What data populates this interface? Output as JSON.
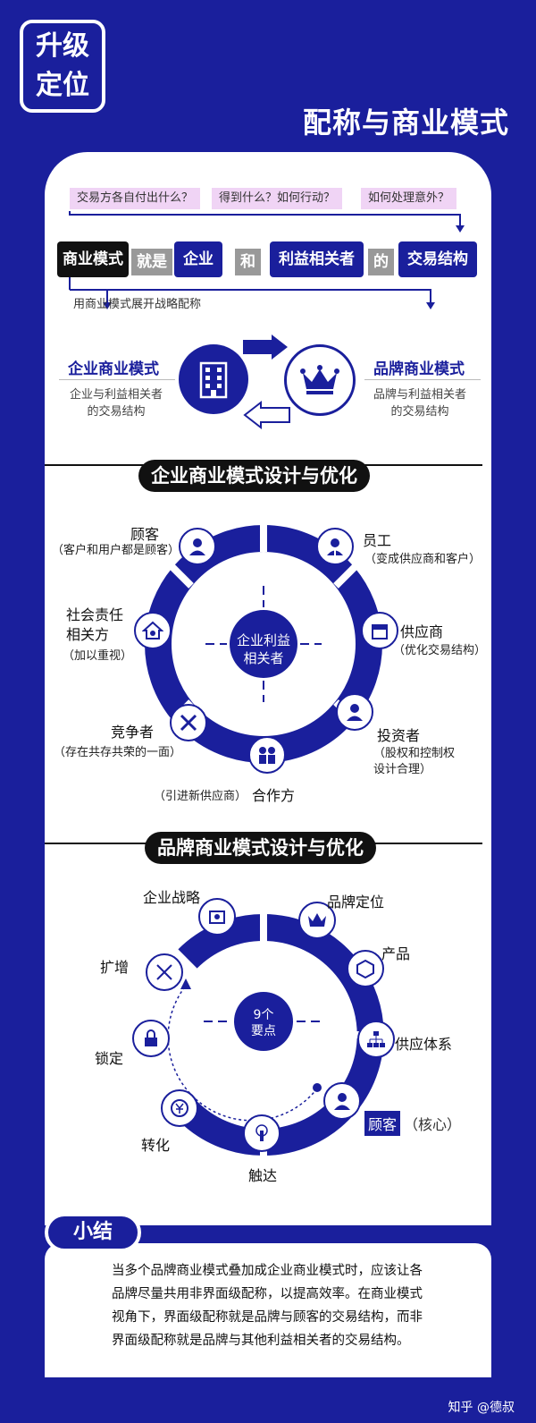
{
  "badge": {
    "line1": "升级",
    "line2": "定位"
  },
  "page_title": "配称与商业模式",
  "questions": [
    "交易方各自付出什么？",
    "得到什么？如何行动？",
    "如何处理意外？"
  ],
  "definition": {
    "w1": "商业模式",
    "w2": "就是",
    "w3": "企业",
    "w4": "和",
    "w5": "利益相关者",
    "w6": "的",
    "w7": "交易结构"
  },
  "strategy_note": "用商业模式展开战略配称",
  "enterprise_model": {
    "title": "企业商业模式",
    "desc1": "企业与利益相关者",
    "desc2": "的交易结构"
  },
  "brand_model": {
    "title": "品牌商业模式",
    "desc1": "品牌与利益相关者",
    "desc2": "的交易结构"
  },
  "section1": {
    "title": "企业商业模式设计与优化",
    "center1": "企业利益",
    "center2": "相关者",
    "items": {
      "customer": {
        "label": "顾客",
        "note": "（客户和用户都是顾客）"
      },
      "employee": {
        "label": "员工",
        "note": "（变成供应商和客户）"
      },
      "social": {
        "label1": "社会责任",
        "label2": "相关方",
        "note": "（加以重视）"
      },
      "supplier": {
        "label": "供应商",
        "note": "（优化交易结构）"
      },
      "competitor": {
        "label": "竞争者",
        "note": "（存在共存共荣的一面）"
      },
      "investor": {
        "label": "投资者",
        "note1": "（股权和控制权",
        "note2": "设计合理）"
      },
      "partner": {
        "label": "合作方",
        "note": "（引进新供应商）"
      }
    }
  },
  "section2": {
    "title": "品牌商业模式设计与优化",
    "center1": "9个",
    "center2": "要点",
    "items": {
      "strategy": "企业战略",
      "positioning": "品牌定位",
      "product": "产品",
      "expand": "扩增",
      "supply": "供应体系",
      "lock": "锁定",
      "customer": "顾客",
      "customer_note": "（核心）",
      "convert": "转化",
      "reach": "触达"
    }
  },
  "summary": {
    "tag": "小结",
    "text": "当多个品牌商业模式叠加成企业商业模式时，应该让各品牌尽量共用非界面级配称，以提高效率。在商业模式视角下，界面级配称就是品牌与顾客的交易结构，而非界面级配称就是品牌与其他利益相关者的交易结构。"
  },
  "watermark": "知乎 @德叔",
  "colors": {
    "brand_blue": "#1a1f9c",
    "pill_pink": "#f0d4f5"
  }
}
